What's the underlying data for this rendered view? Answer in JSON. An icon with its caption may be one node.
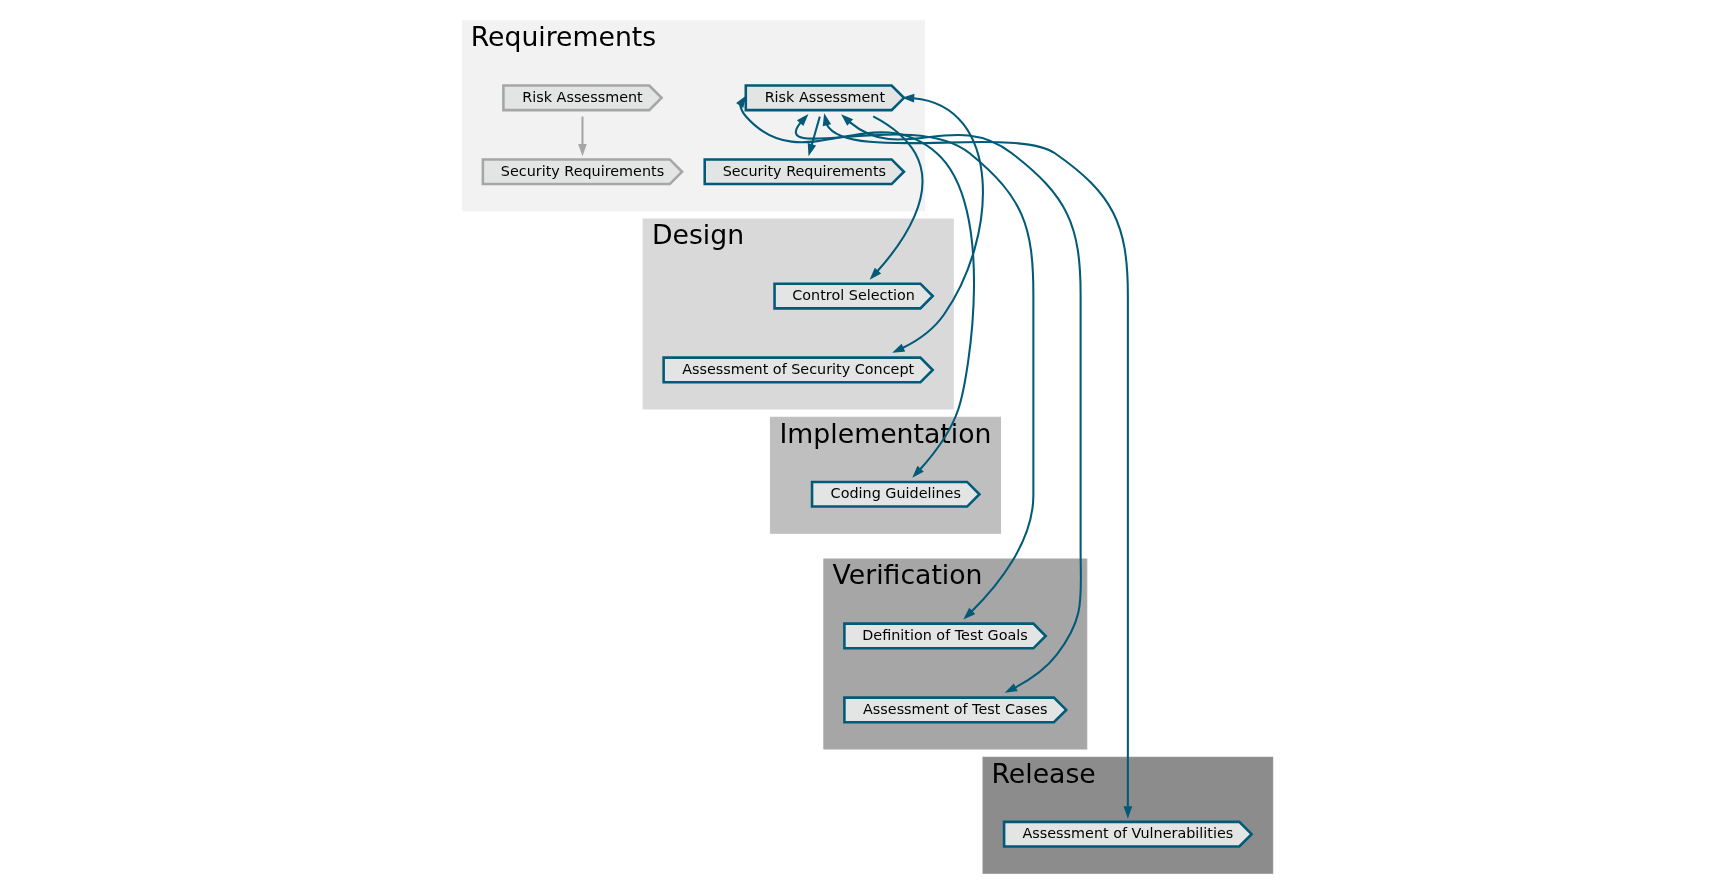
{
  "diagram": {
    "nodes": [
      {
        "text": [
          "Requirements"
        ]
      },
      {
        "text": [
          "Risk Assessment"
        ],
        "in": 0
      },
      {
        "text": [
          "Security Requirements"
        ],
        "in": 0
      },
      {
        "text": [
          "Risk Assessment"
        ],
        "in": 0
      },
      {
        "text": [
          "Security Requirements"
        ],
        "in": 0
      },
      {
        "text": [
          "Design"
        ]
      },
      {
        "text": [
          "Control Selection"
        ],
        "in": 5
      },
      {
        "text": [
          "Assessment of Security Concept"
        ],
        "in": 5
      },
      {
        "text": [
          "Implementation"
        ]
      },
      {
        "text": [
          "Coding Guidelines"
        ],
        "in": 8
      },
      {
        "text": [
          "Verification"
        ]
      },
      {
        "text": [
          "Definition of Test Goals"
        ],
        "in": 10
      },
      {
        "text": [
          "Assessment of Test Cases"
        ],
        "in": 10
      },
      {
        "text": [
          "Release"
        ]
      },
      {
        "text": [
          "Assessment of Vulnerabilities"
        ],
        "in": 13
      }
    ],
    "edges": [
      {
        "from": 1,
        "to": 2,
        "arrow": "to",
        "color": "#a6a6a6"
      },
      {
        "from": 3,
        "to": 4,
        "arrow": "to"
      },
      {
        "from": 3,
        "to": 6,
        "arrow": "to"
      },
      {
        "from": 3,
        "to": 9,
        "arrow": "both"
      },
      {
        "from": 3,
        "to": 11,
        "arrow": "both"
      },
      {
        "from": 3,
        "to": 14,
        "arrow": "both"
      },
      {
        "from": 3,
        "to": 7,
        "arrow": "both"
      },
      {
        "from": 3,
        "to": 12,
        "arrow": "both"
      }
    ]
  }
}
